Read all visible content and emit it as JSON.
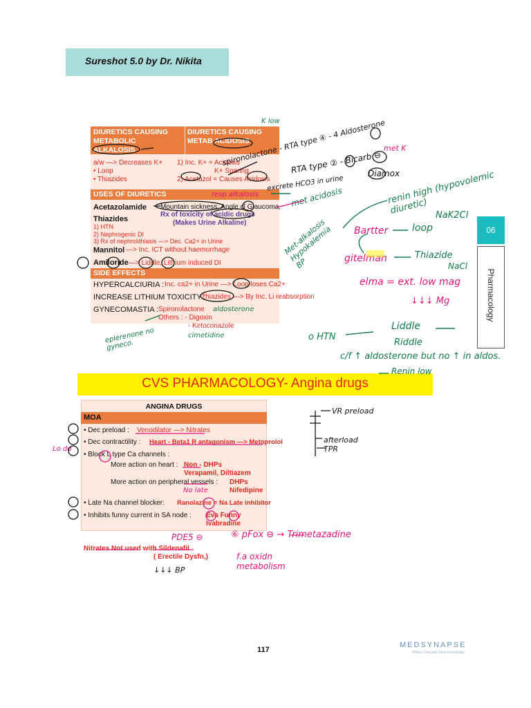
{
  "header": {
    "title": "Sureshot 5.0 by Dr. Nikita"
  },
  "diuretics_table": {
    "col1_header": [
      "DIURETICS CAUSING",
      "METABOLIC",
      "ALKALOSIS"
    ],
    "col2_header": [
      "DIURETICS CAUSING",
      "METAB ACIDOSIS"
    ],
    "col1_items": [
      "a/w —> Decreases K+",
      "• Loop",
      "• Thiazides"
    ],
    "col2_items": [
      "1) Inc. K+ = Acidosis",
      "K+ Sparing",
      "2) Acetazol = Causes Acidosis"
    ],
    "uses_header": "USES OF DIURETICS",
    "acetazolamide": "Acetazolamide",
    "acet_use": "Mountain sickness, Angle cl Glaucoma,",
    "acet_rx1": "Rx of toxicity of acidic drugs",
    "acet_rx2": "(Makes Urine Alkaline)",
    "thiazides": "Thiazides",
    "thiazide_uses": [
      "1) HTN",
      "2) Nephrogenic DI",
      "3) Rx of nephrolithiasis —> Dec. Ca2+ in Urine"
    ],
    "mannitol": "Mannitol",
    "mannitol_use": "—> Inc. ICT without haemorrhage",
    "amiloride": "Amiloride",
    "amiloride_use": "—> Liddle, Lithium induced DI",
    "side_header": "SIDE EFFECTS",
    "hypercalciuria": "HYPERCALCIURIA :",
    "hypercalciuria_note": "Inc. ca2+ in Urine —> Loop loses Ca2+",
    "lithium": "INCREASE LITHIUM TOXICITY :",
    "lithium_note": "Thiazides —> By Inc. Li reabsorption",
    "gyneco": "GYNECOMASTIA :",
    "gyneco_items": [
      "Spironolactone",
      "Others : - Digoxin",
      "- Ketoconazole"
    ]
  },
  "side_tab": {
    "number": "06",
    "label": "Pharmacology"
  },
  "cvs": {
    "title": "CVS PHARMACOLOGY- Angina drugs"
  },
  "angina_table": {
    "title": "ANGINA DRUGS",
    "moa": "MOA",
    "row1_black": "• Dec preload :",
    "row1_red": "Venodilator —> Nitrates",
    "row2_black": "• Dec contractility :",
    "row2_red": "Heart - Beta1 R antagonism —> Metoprolol",
    "row3_black": "• Block L type Ca channels :",
    "row4_black": "More action on heart :",
    "row4_red1": "Non - DHPs",
    "row4_red2": "Verapamil, Diltiazem",
    "row5_black": "More action on peripheral vessels :",
    "row5_red1": "DHPs",
    "row5_red2": "Nifedipine",
    "row6_black": "• Late Na channel blocker:",
    "row6_red": "Ranolazine = Na Late inhibitor",
    "row7_black": "• Inhibits funny current in SA node :",
    "row7_red1": "Eva Funny",
    "row7_red2": "Ivabradine",
    "bullet_red": "Nitrates Not used with Sildenafil",
    "bullet_red2": "( Erectile Dysfn,)"
  },
  "handwriting": {
    "rta4": "spironolactone - RTA type ④ - 4 Aldosterone",
    "rta2": "RTA type ② - Bicarb ⊖",
    "diamox": "Diamox",
    "met_k": "met K",
    "urine": "excrete HCO3 in urine",
    "resp": "resp alkalosis",
    "met_acid": "met acidosis",
    "renin": "renin high (hypovolemic diuretic)",
    "nakcl": "NaK2Cl",
    "bartter": "Bartter",
    "loop": "loop",
    "gitelman": "gitelman",
    "thiazide": "Thiazide",
    "nacl": "NaCl",
    "elma": "elma = ext. low mag",
    "mg": "↓↓↓ Mg",
    "metalk": "Met-alkalosis Hypokalemia BP",
    "htn": "o HTN",
    "liddle": "Liddle",
    "riddle": "Riddle",
    "cf": "c/f ↑ aldosterone but no ↑ in aldos.",
    "renin_low": "Renin low",
    "k_low": "K low",
    "eplerenone": "eplerenone no gyneco.",
    "cimetidine": "cimetidine",
    "aldost": "aldosterone",
    "vr_preload": "VR preload",
    "afterload": "afterload TPR",
    "nolate": "No late",
    "pde5": "PDE5 ⊖",
    "bp": "↓↓↓ BP",
    "pfox": "⑥ pFox ⊖ → Trimetazadine",
    "fa": "f.a oxidn metabolism",
    "lo_dd": "Lo dd"
  },
  "footer": {
    "page": "117",
    "logo": "MEDSYNAPSE",
    "logo_sub": "Where Concepts Meet Knowledge"
  }
}
